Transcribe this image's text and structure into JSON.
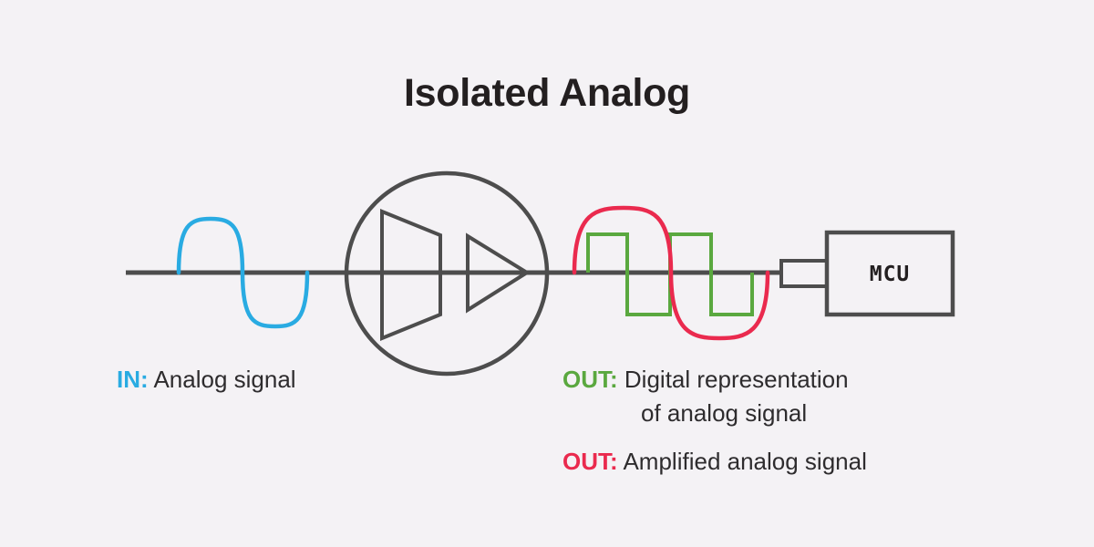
{
  "page": {
    "title": "Isolated Analog",
    "background_color": "#f4f2f5"
  },
  "colors": {
    "input_blue": "#29abe2",
    "digital_green": "#5aa83f",
    "analog_red": "#ea2a4e",
    "line_gray": "#4d4d4d",
    "text_dark": "#2e2c2e",
    "title_dark": "#231f20"
  },
  "legend": {
    "input": {
      "key": "IN:",
      "text": "Analog signal",
      "color": "#29abe2"
    },
    "output_digital": {
      "key": "OUT:",
      "line1": "Digital representation",
      "line2": "of analog signal",
      "color": "#5aa83f"
    },
    "output_analog": {
      "key": "OUT:",
      "text": "Amplified analog signal",
      "color": "#ea2a4e"
    }
  },
  "diagram": {
    "mcu_label": "MCU",
    "isolation_symbol": "isolation-barrier-circle",
    "signal_line_label": "signal-path"
  },
  "chart_data": {
    "type": "line",
    "title": "Isolated Analog",
    "xlabel": "",
    "ylabel": "",
    "baseline_y": 299,
    "series": [
      {
        "name": "IN: Analog signal",
        "color": "#29abe2",
        "waveform": "sine",
        "cycles": 1,
        "amplitude": 45,
        "x_start": 196,
        "x_end": 337,
        "phase": "positive-first"
      },
      {
        "name": "OUT: Digital representation of analog signal",
        "color": "#5aa83f",
        "waveform": "square",
        "cycles": 2,
        "amplitude_high": 42,
        "amplitude_low": 46,
        "x_start": 645,
        "x_end": 825,
        "edges": [
          645,
          688,
          735,
          780,
          825
        ]
      },
      {
        "name": "OUT: Amplified analog signal",
        "color": "#ea2a4e",
        "waveform": "sine",
        "cycles": 1,
        "amplitude": 72,
        "x_start": 630,
        "x_end": 842,
        "phase": "positive-first"
      }
    ]
  }
}
